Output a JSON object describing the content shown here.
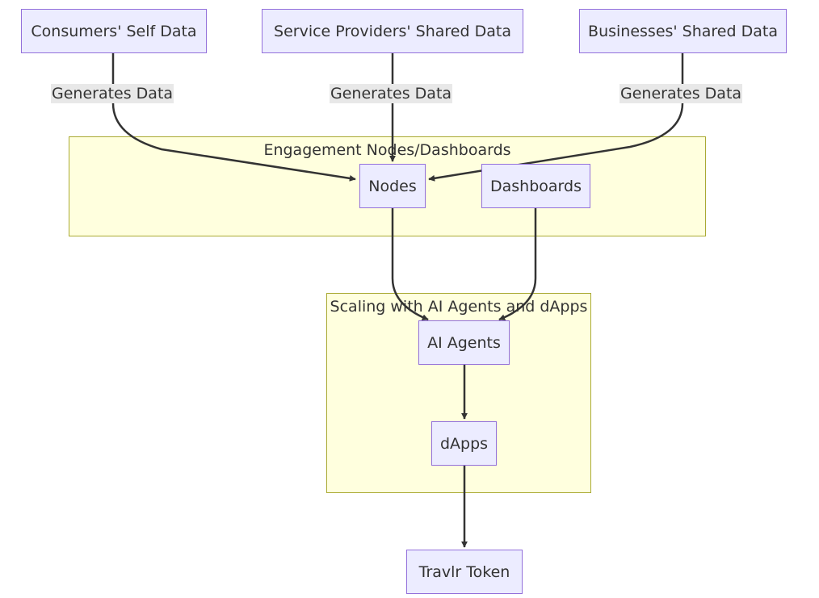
{
  "nodes": {
    "consumers": "Consumers' Self Data",
    "providers": "Service Providers' Shared Data",
    "businesses": "Businesses' Shared Data",
    "nodes": "Nodes",
    "dashboards": "Dashboards",
    "ai_agents": "AI Agents",
    "dapps": "dApps",
    "token": "Travlr Token"
  },
  "clusters": {
    "engagement": "Engagement Nodes/Dashboards",
    "scaling": "Scaling with AI Agents and dApps"
  },
  "edge_labels": {
    "consumers_to_nodes": "Generates Data",
    "providers_to_nodes": "Generates Data",
    "businesses_to_nodes": "Generates Data"
  },
  "colors": {
    "node_fill": "#ececff",
    "node_stroke": "#9370db",
    "cluster_fill": "#ffffde",
    "cluster_stroke": "#aaaa33",
    "edge": "#333333",
    "label_bg": "#e8e8e8"
  }
}
